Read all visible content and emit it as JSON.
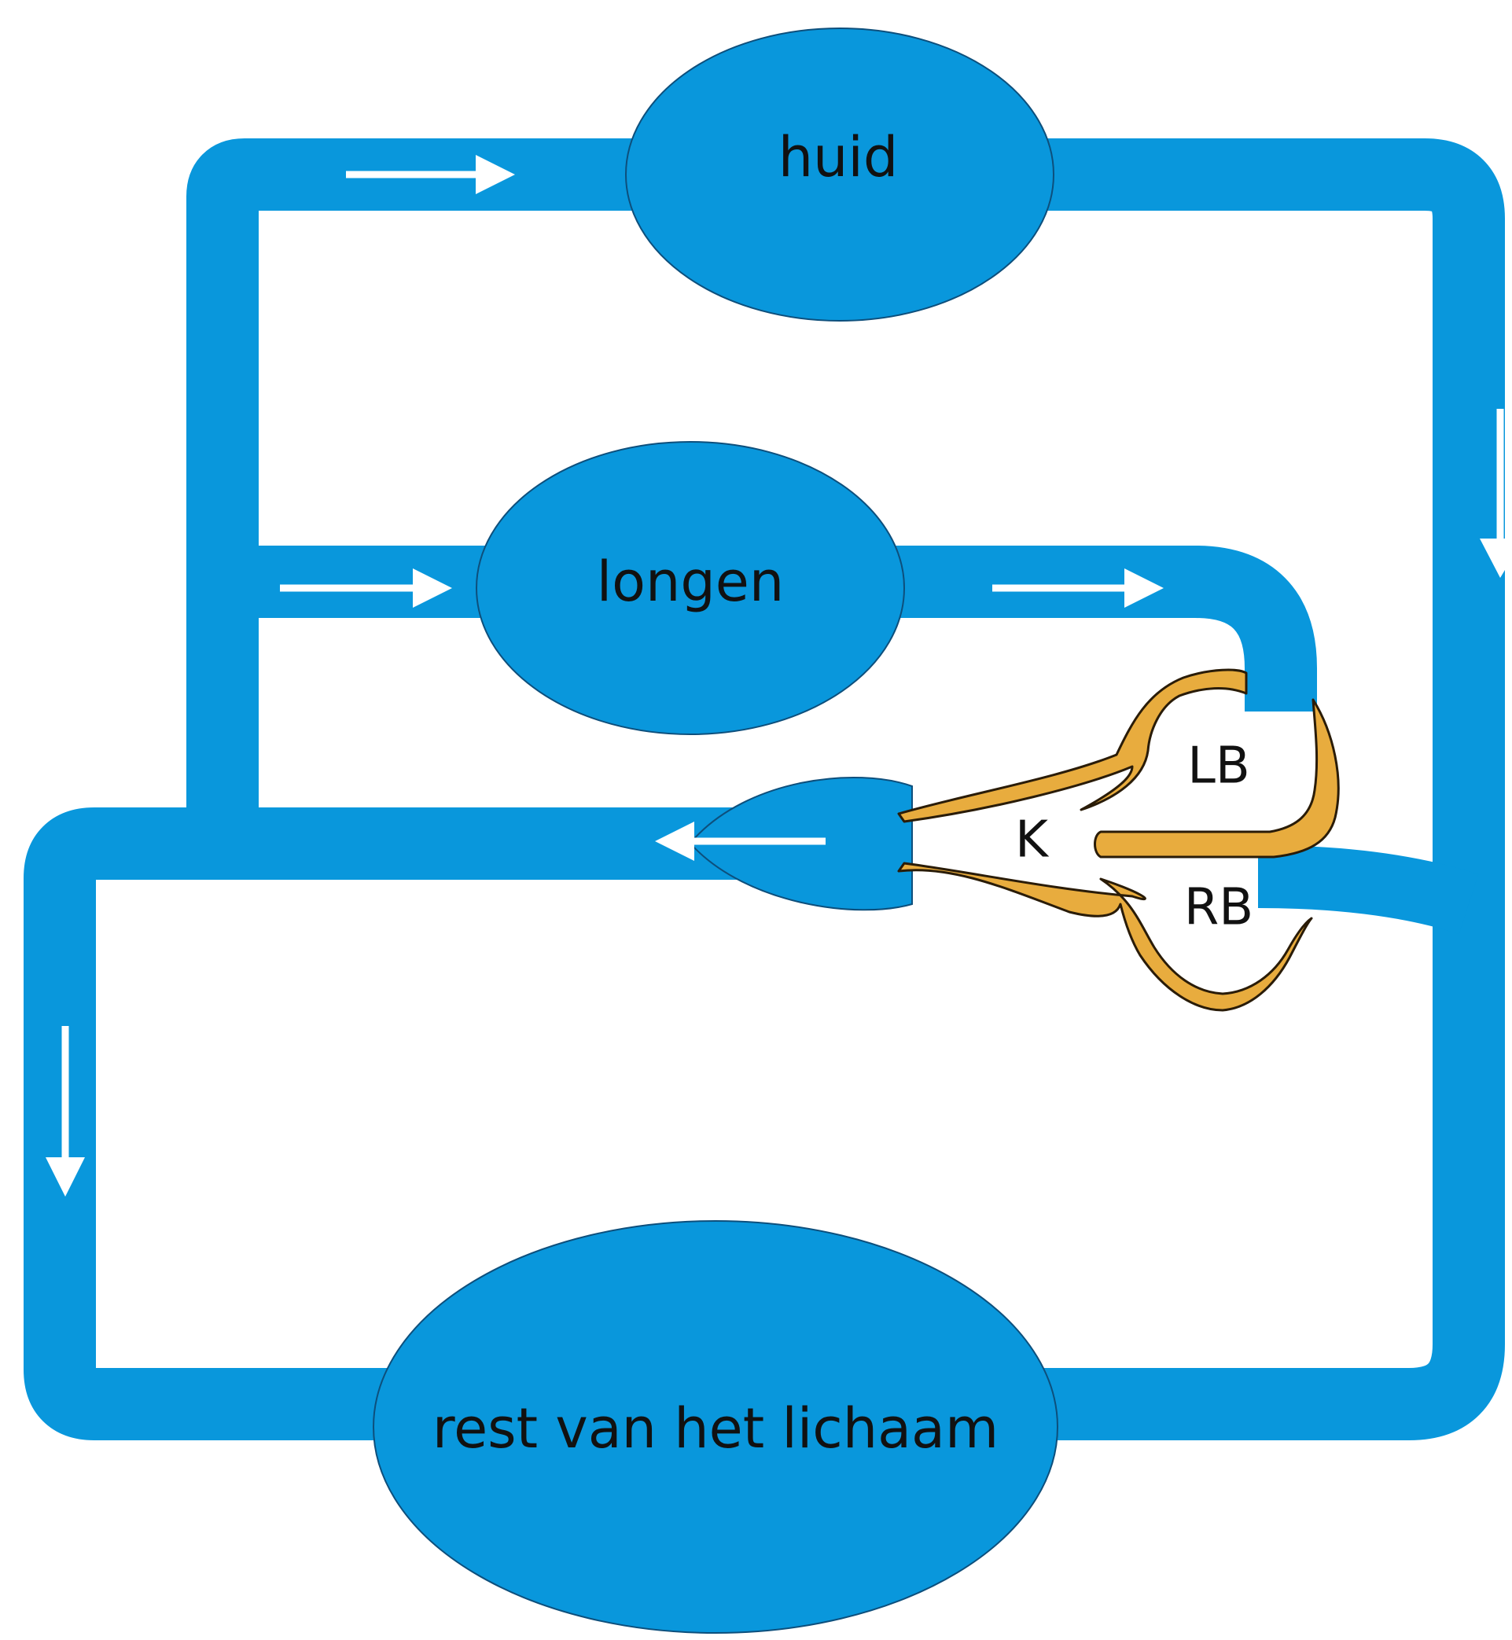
{
  "diagram": {
    "labels": {
      "skin": "huid",
      "lungs": "longen",
      "rest_of_body": "rest van het lichaam",
      "heart": "K",
      "left_atrium": "LB",
      "right_atrium": "RB"
    },
    "colors": {
      "vessel": "#0997dc",
      "heart_wall": "#e8ac3e",
      "arrow": "#ffffff",
      "text": "#111111"
    },
    "arrows": [
      {
        "id": "skin-inflow",
        "direction": "right"
      },
      {
        "id": "lungs-inflow",
        "direction": "right"
      },
      {
        "id": "lungs-outflow",
        "direction": "right"
      },
      {
        "id": "skin-outflow",
        "direction": "down"
      },
      {
        "id": "heart-outflow",
        "direction": "left"
      },
      {
        "id": "body-inflow",
        "direction": "down"
      }
    ]
  }
}
